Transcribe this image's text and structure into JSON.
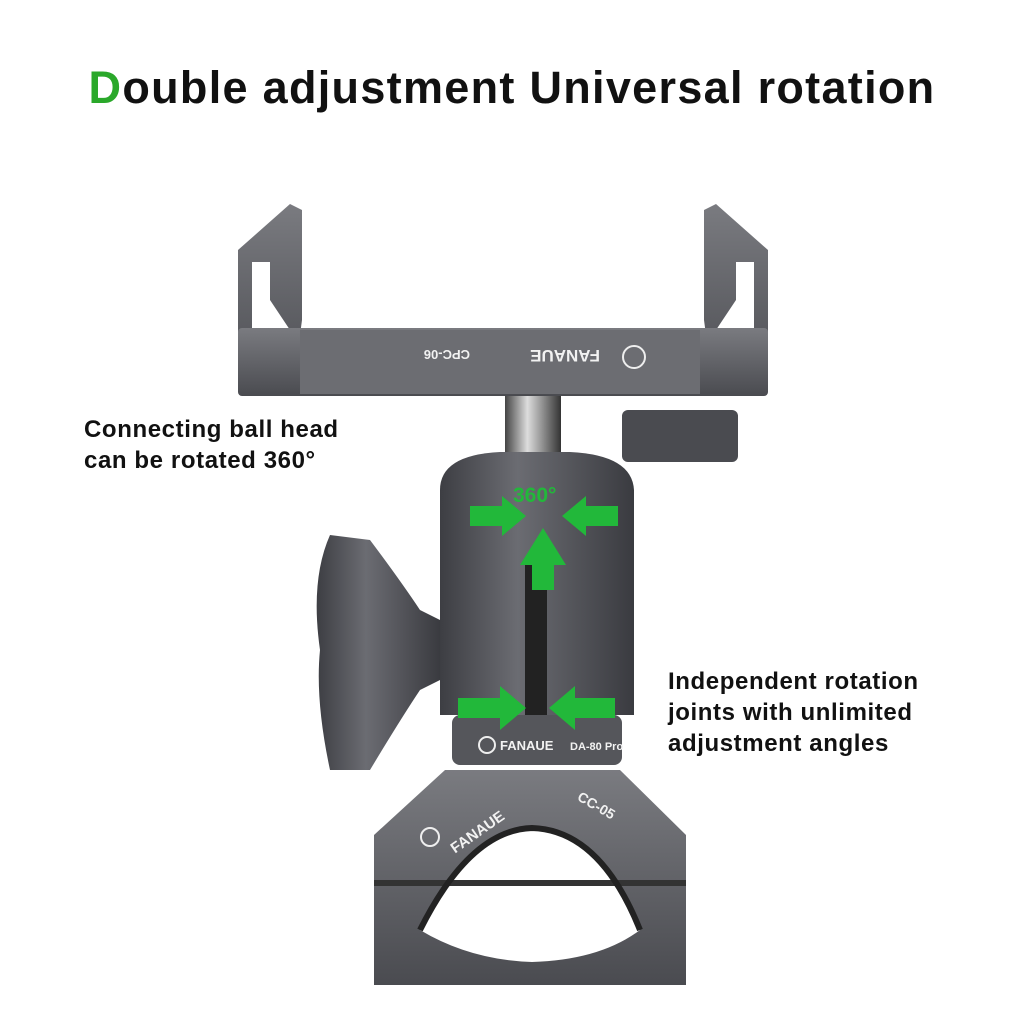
{
  "headline": {
    "first_letter": "D",
    "rest": "ouble adjustment Universal rotation",
    "accent_color": "#2aa82a"
  },
  "callouts": [
    {
      "line1": "Connecting ball head",
      "line2": "can be rotated 360°"
    },
    {
      "line1": "Independent rotation",
      "line2": "joints with unlimited",
      "line3": "adjustment angles"
    }
  ],
  "product": {
    "phone_clamp": {
      "brand": "FANAUE",
      "model": "CPC-06"
    },
    "ball_head": {
      "rotation_label": "360°",
      "brand": "FANAUE",
      "model": "DA-80 Pro"
    },
    "bar_clamp": {
      "brand": "FANAUE",
      "model": "CC-05"
    },
    "arrow_color": "#22b83a",
    "metal_color": "#5f6066"
  }
}
